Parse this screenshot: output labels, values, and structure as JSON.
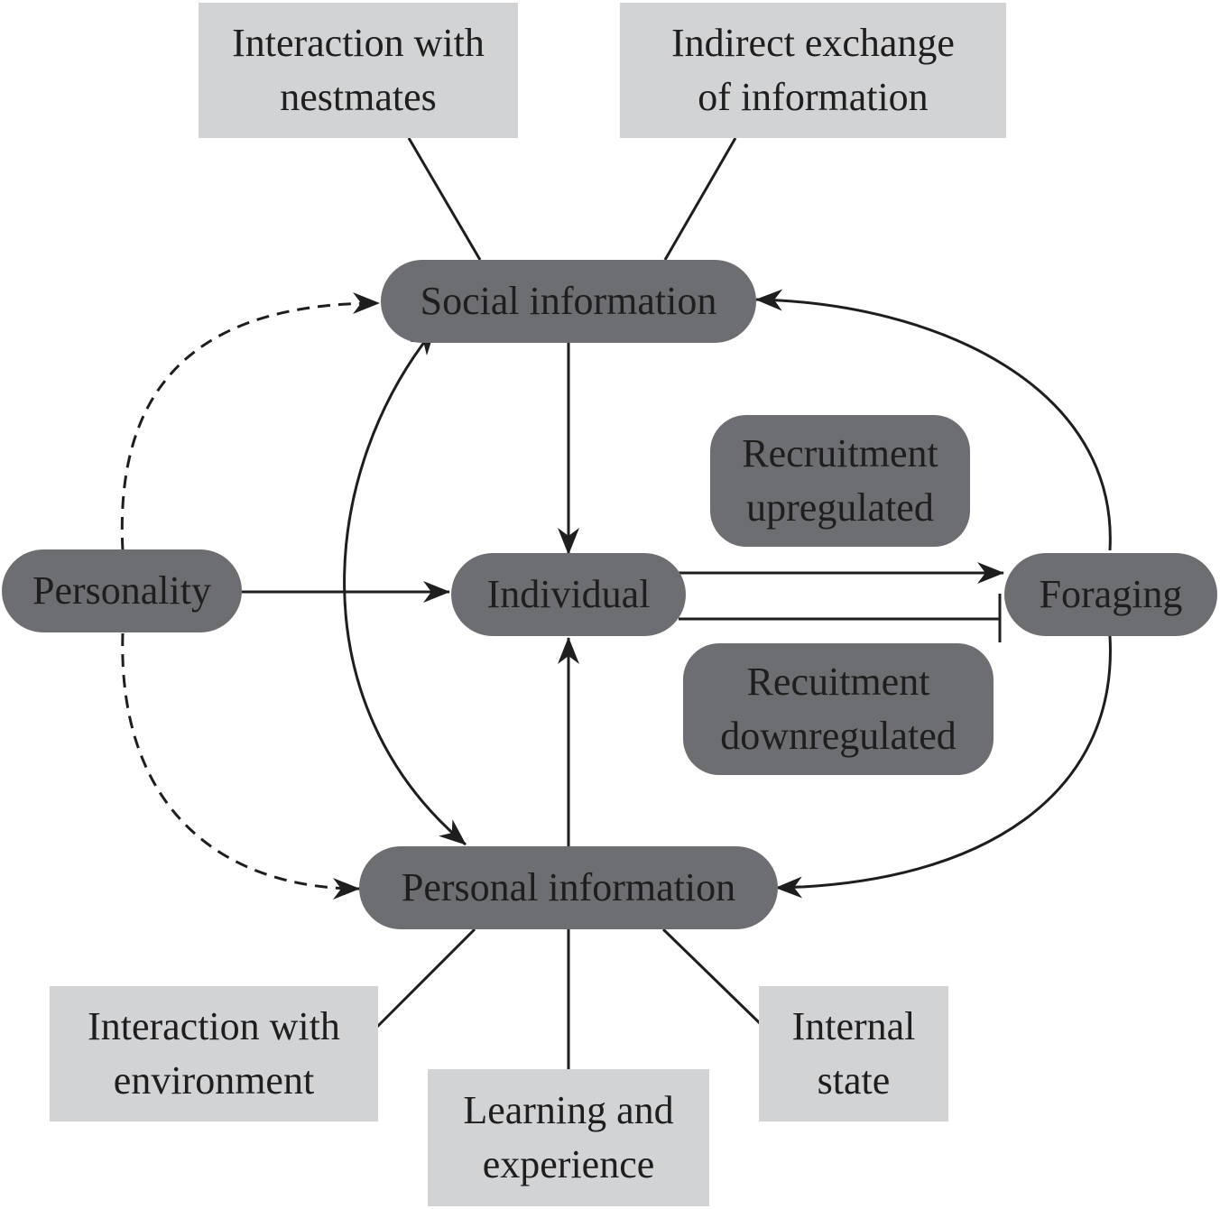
{
  "colors": {
    "dark_node": "#6d6e71",
    "light_box": "#d2d3d5",
    "line": "#1e1e1e",
    "text": "#1e1e1e",
    "background": "#ffffff"
  },
  "nodes": {
    "social_information": "Social information",
    "personal_information": "Personal information",
    "individual": "Individual",
    "personality": "Personality",
    "foraging": "Foraging",
    "recruitment_upregulated": "Recruitment\nupregulated",
    "recruitment_downregulated": "Recuitment\ndownregulated"
  },
  "inputs": {
    "interaction_with_nestmates": "Interaction with\nnestmates",
    "indirect_exchange": "Indirect exchange\nof information",
    "interaction_with_environment": "Interaction with\nenvironment",
    "learning_and_experience": "Learning and\nexperience",
    "internal_state": "Internal\nstate"
  },
  "connections": [
    {
      "from": "interaction_with_nestmates",
      "to": "social_information",
      "style": "line"
    },
    {
      "from": "indirect_exchange",
      "to": "social_information",
      "style": "line"
    },
    {
      "from": "interaction_with_environment",
      "to": "personal_information",
      "style": "line"
    },
    {
      "from": "learning_and_experience",
      "to": "personal_information",
      "style": "line"
    },
    {
      "from": "internal_state",
      "to": "personal_information",
      "style": "line"
    },
    {
      "from": "social_information",
      "to": "individual",
      "style": "arrow"
    },
    {
      "from": "personal_information",
      "to": "individual",
      "style": "arrow"
    },
    {
      "from": "personality",
      "to": "individual",
      "style": "arrow"
    },
    {
      "from": "personality",
      "to": "social_information",
      "style": "dashed-arrow"
    },
    {
      "from": "personality",
      "to": "personal_information",
      "style": "dashed-arrow"
    },
    {
      "from": "social_information",
      "to": "personal_information",
      "style": "double-arrow"
    },
    {
      "from": "individual",
      "to": "foraging",
      "style": "arrow",
      "label": "recruitment_upregulated"
    },
    {
      "from": "individual",
      "to": "foraging",
      "style": "inhibition",
      "label": "recruitment_downregulated"
    },
    {
      "from": "foraging",
      "to": "social_information",
      "style": "arrow"
    },
    {
      "from": "foraging",
      "to": "personal_information",
      "style": "arrow"
    }
  ]
}
